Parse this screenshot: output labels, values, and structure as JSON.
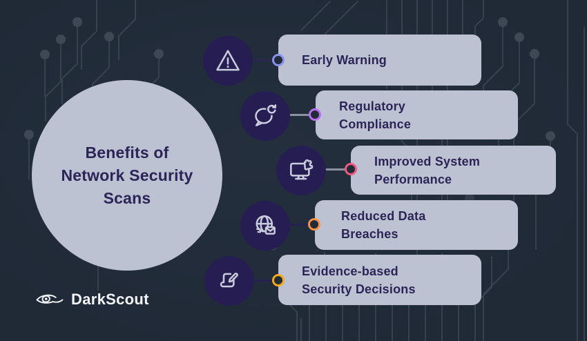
{
  "theme": {
    "background": "#212b38",
    "panel": "#bcc2d1",
    "icon_circle": "#261e52",
    "text_dark": "#2b2457",
    "brand_text": "#f3f5f8",
    "circuit_line": "#38414e"
  },
  "main_circle": {
    "title_lines": [
      "Benefits of",
      "Network Security",
      "Scans"
    ]
  },
  "benefits": [
    {
      "label_lines": [
        "Early Warning"
      ],
      "icon": "warning-triangle-icon",
      "accent": "#8a93f0"
    },
    {
      "label_lines": [
        "Regulatory",
        "Compliance"
      ],
      "icon": "chat-refresh-icon",
      "accent": "#bb6ef0"
    },
    {
      "label_lines": [
        "Improved System",
        "Performance"
      ],
      "icon": "monitor-puzzle-icon",
      "accent": "#f2597f"
    },
    {
      "label_lines": [
        "Reduced Data",
        "Breaches"
      ],
      "icon": "globe-mail-icon",
      "accent": "#f8914a"
    },
    {
      "label_lines": [
        "Evidence-based",
        "Security Decisions"
      ],
      "icon": "scroll-pencil-icon",
      "accent": "#f2ab16"
    }
  ],
  "brand": {
    "name": "DarkScout"
  }
}
